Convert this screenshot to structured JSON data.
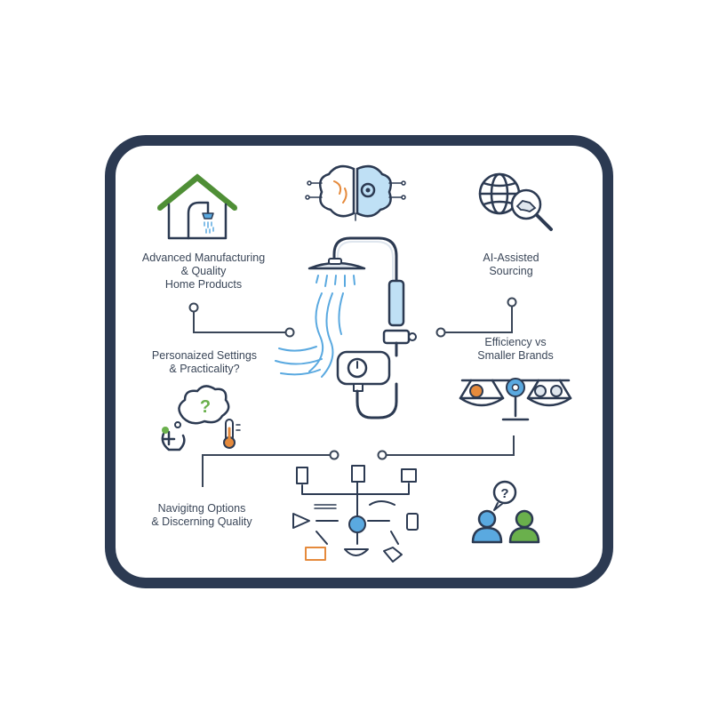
{
  "colors": {
    "frame": "#2c3a52",
    "ink": "#3a4658",
    "accent_blue": "#5aa9e0",
    "accent_green": "#6ab04c",
    "accent_orange": "#e58a3c"
  },
  "labels": {
    "manufacturing": "Advanced Manufacturing\n& Quality\nHome Products",
    "ai_sourcing": "AI-Assisted\nSourcing",
    "personalized": "Personaized Settings\n& Practicality?",
    "efficiency": "Efficiency vs\nSmaller Brands",
    "navigating": "Navigitng Options\n& Discerning Quality"
  },
  "icons": [
    "house-shower-icon",
    "brain-circuit-icon",
    "globe-handshake-magnifier-icon",
    "shower-system-icon",
    "thought-question-icon",
    "thermometer-icon",
    "balance-scale-gears-icon",
    "product-tree-icon",
    "people-question-icon"
  ]
}
